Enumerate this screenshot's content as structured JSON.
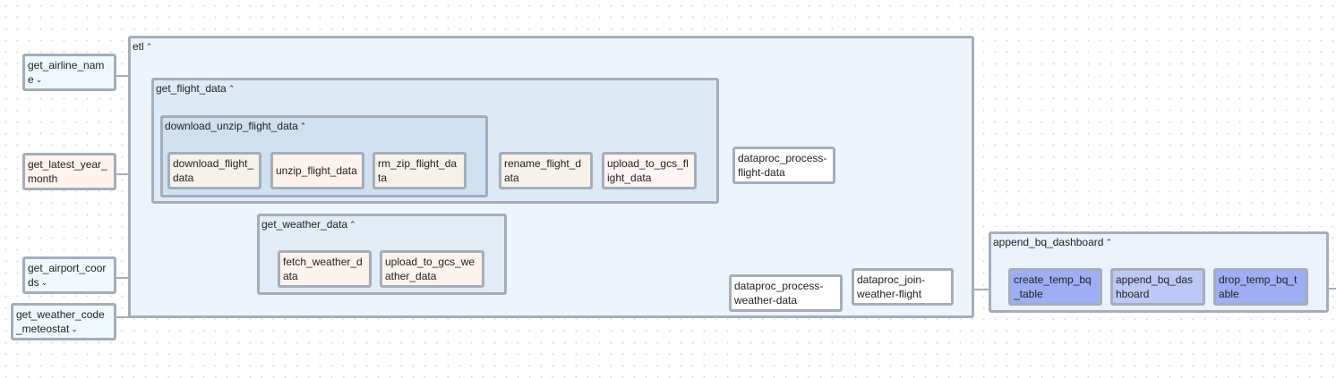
{
  "colors": {
    "edge": "#a4aebb",
    "etl_fill": "#eef4fb",
    "flight_fill": "#dde9f5",
    "download_fill": "#cfe0f0",
    "weather_fill": "#e2ecf6",
    "append_fill": "#ebf2fb"
  },
  "groups": {
    "etl": {
      "label": "etl",
      "icon": "chevron-up-icon"
    },
    "get_flight_data": {
      "label": "get_flight_data",
      "icon": "chevron-up-icon"
    },
    "download_unzip_flight_data": {
      "label": "download_unzip_flight_data",
      "icon": "chevron-up-icon"
    },
    "get_weather_data": {
      "label": "get_weather_data",
      "icon": "chevron-up-icon"
    },
    "append_bq_dashboard": {
      "label": "append_bq_dashboard",
      "icon": "chevron-up-icon"
    }
  },
  "assets": {
    "get_airline_name": {
      "label": "get_airline_nam\ne",
      "icon": "chevron-down-icon"
    },
    "get_latest_year_month": {
      "label": "get_latest_year_\nmonth"
    },
    "get_airport_coords": {
      "label": "get_airport_coor\nds",
      "icon": "chevron-down-icon"
    },
    "get_weather_code_meteostat": {
      "label": "get_weather_code\n_meteostat",
      "icon": "chevron-down-icon"
    }
  },
  "tasks": {
    "download_flight_data": "download_flight_\ndata",
    "unzip_flight_data": "unzip_flight_data",
    "rm_zip_flight_data": "rm_zip_flight_da\nta",
    "rename_flight_data": "rename_flight_d\nata",
    "upload_to_gcs_flight_data": "upload_to_gcs_fl\night_data",
    "dataproc_process_flight_data": "dataproc_process-\nflight-data",
    "fetch_weather_data": "fetch_weather_d\nata",
    "upload_to_gcs_weather_data": "upload_to_gcs_we\nather_data",
    "dataproc_process_weather_data": "dataproc_process-\nweather-data",
    "dataproc_join_weather_flight": "dataproc_join-\nweather-flight",
    "create_temp_bq_table": "create_temp_bq\n_table",
    "append_bq_dashboard": "append_bq_das\nhboard",
    "drop_temp_bq_table": "drop_temp_bq_t\nable"
  }
}
